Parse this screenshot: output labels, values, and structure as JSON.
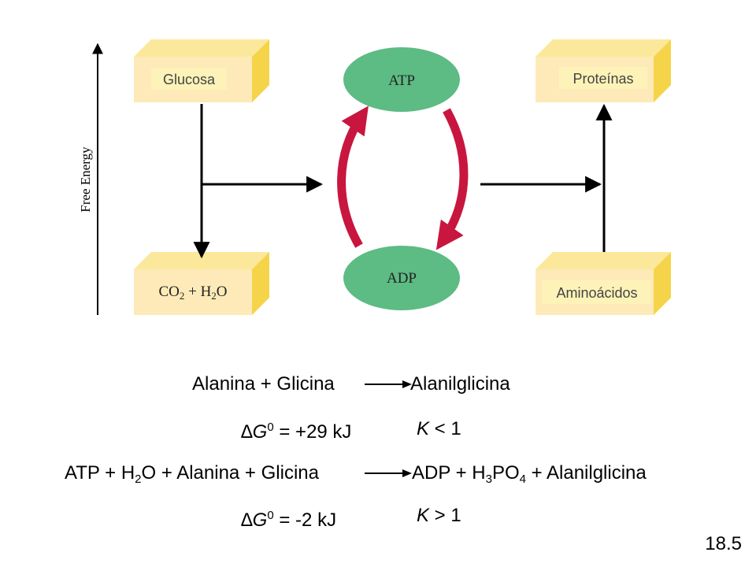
{
  "diagram": {
    "y_axis_label": "Free Energy",
    "boxes": {
      "glucosa": "Glucosa",
      "co2_h2o": "CO2 + H2O",
      "proteinas": "Proteínas",
      "aminoacidos": "Aminoácidos"
    },
    "ellipses": {
      "atp": "ATP",
      "adp": "ADP"
    },
    "colors": {
      "box_front": "#fdeab8",
      "box_top": "#fbe89a",
      "box_side": "#f6d44a",
      "label_fill": "#fdf3b8",
      "ellipse": "#5dbb84",
      "cycle_arrow": "#c8163f"
    }
  },
  "equations": {
    "eq1": {
      "reactants": "Alanina + Glicina",
      "products": "Alanilglicina",
      "delta_g_value": " = +29 kJ",
      "k_relation": " < 1"
    },
    "eq2": {
      "r_prefix": "ATP + H",
      "r_sub": "2",
      "r_suffix": "O + Alanina + Glicina",
      "p_prefix": "ADP + H",
      "p_sub1": "3",
      "p_mid": "PO",
      "p_sub2": "4",
      "p_suffix": " + Alanilglicina",
      "delta_g_value": " = -2 kJ",
      "k_relation": " > 1"
    },
    "delta_symbol": "∆G",
    "delta_sup": "0",
    "k_symbol": "K"
  },
  "page_number": "18.5"
}
